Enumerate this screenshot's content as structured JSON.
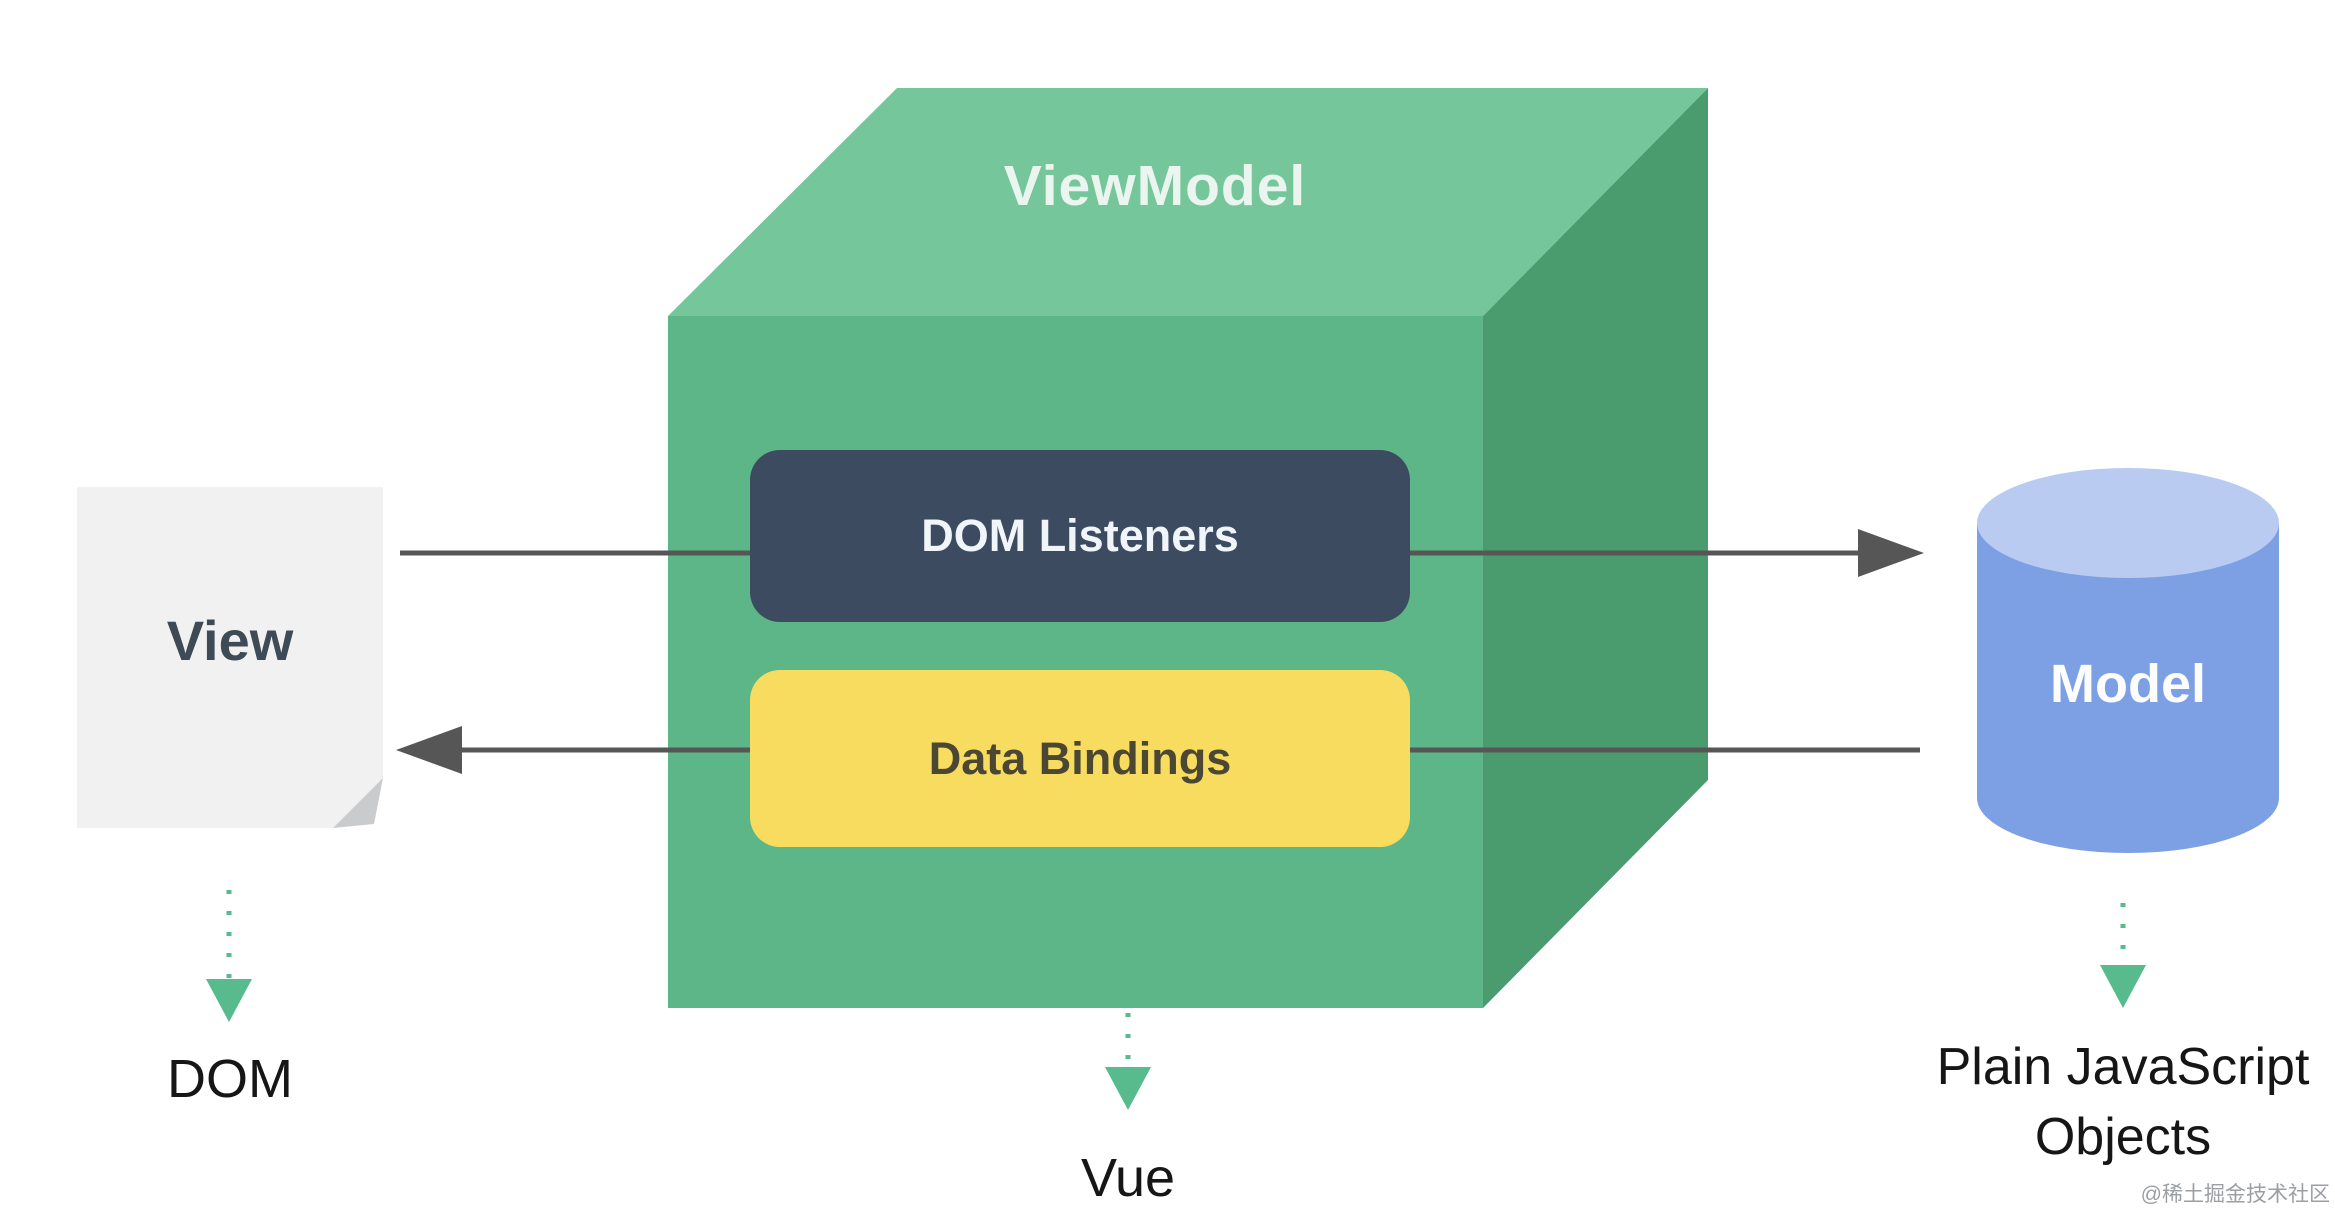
{
  "cube": {
    "top_label": "ViewModel",
    "boxes": [
      {
        "id": "dom_listeners",
        "label": "DOM Listeners"
      },
      {
        "id": "data_bindings",
        "label": "Data Bindings"
      }
    ],
    "caption": "Vue"
  },
  "view": {
    "label": "View",
    "caption": "DOM"
  },
  "model": {
    "label": "Model",
    "caption": "Plain JavaScript Objects"
  },
  "watermark": {
    "text": "@稀土掘金技术社区"
  },
  "icons": {
    "right_arrow": "solid-arrow-right",
    "left_arrow": "solid-arrow-left",
    "dotted_down_arrows": "green-dotted-arrow-down"
  },
  "colors": {
    "cube_top": "#76c69c",
    "cube_front": "#5db687",
    "cube_right": "#4a9c6e",
    "cube_label": "#e9f5ee",
    "dom_listeners_bg": "#3c4b60",
    "dom_listeners_text": "#f0f5fa",
    "data_bindings_bg": "#f8dc60",
    "data_bindings_text": "#4a4733",
    "view_paper": "#f1f1f2",
    "view_fold": "#c9cbcd",
    "view_text": "#3e4a56",
    "model_body": "#7da0e4",
    "model_top": "#b9cbf1",
    "model_text": "#fdfdfe",
    "arrow": "#565656",
    "green_arrow": "#57bb8e",
    "caption_text": "#161616",
    "watermark": "#9b9fa3"
  }
}
